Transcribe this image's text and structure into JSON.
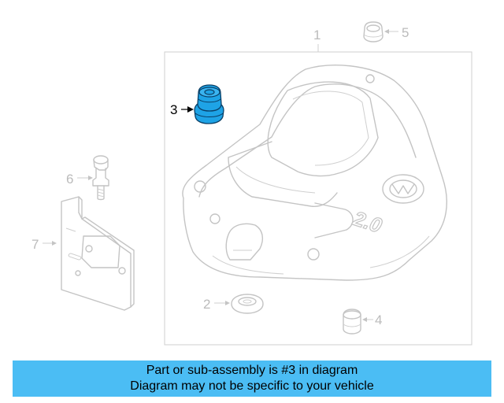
{
  "callouts": {
    "c1": "1",
    "c2": "2",
    "c3": "3",
    "c4": "4",
    "c5": "5",
    "c6": "6",
    "c7": "7"
  },
  "highlighted_part": "3",
  "highlight_color": "#1ea3e6",
  "engine_cover_badge": "2.0",
  "caption": {
    "line1": "Part or sub-assembly is #3 in diagram",
    "line2": "Diagram may not be specific to your vehicle",
    "background": "#4bbdf4"
  }
}
